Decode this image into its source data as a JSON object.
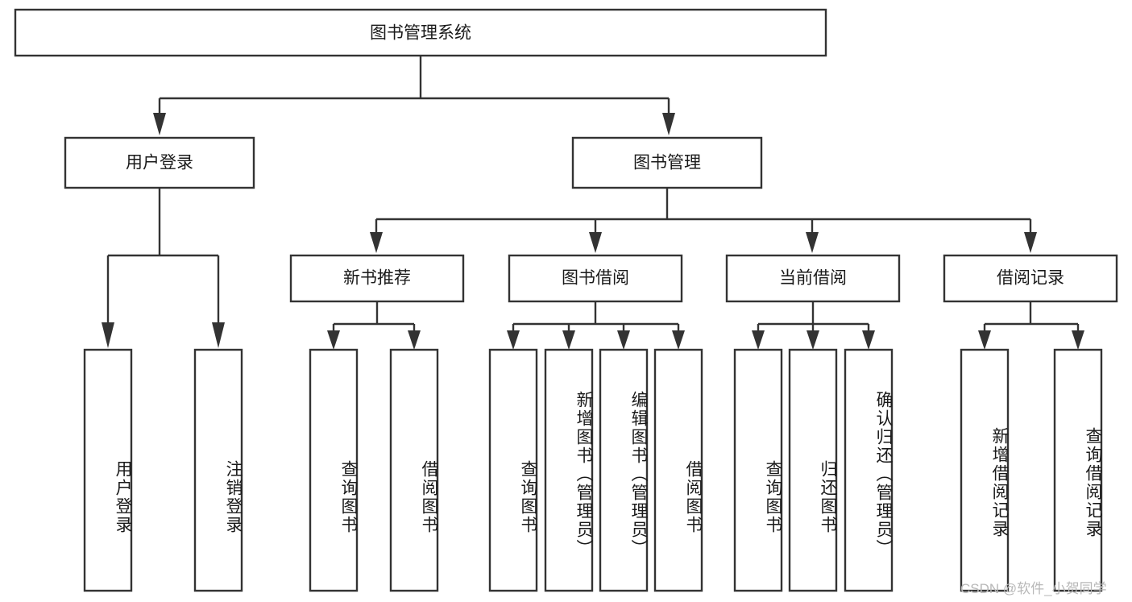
{
  "diagram": {
    "type": "tree-hierarchy",
    "title": "图书管理系统",
    "root": {
      "label": "图书管理系统"
    },
    "level2": [
      {
        "label": "用户登录"
      },
      {
        "label": "图书管理"
      }
    ],
    "level3": [
      {
        "label": "新书推荐"
      },
      {
        "label": "图书借阅"
      },
      {
        "label": "当前借阅"
      },
      {
        "label": "借阅记录"
      }
    ],
    "leaves_user_login": [
      {
        "label": "用户登录"
      },
      {
        "label": "注销登录"
      }
    ],
    "leaves_new_book": [
      {
        "label": "查询图书"
      },
      {
        "label": "借阅图书"
      }
    ],
    "leaves_borrow": [
      {
        "label": "查询图书"
      },
      {
        "label": "新增图书（管理员）"
      },
      {
        "label": "编辑图书（管理员）"
      },
      {
        "label": "借阅图书"
      }
    ],
    "leaves_current": [
      {
        "label": "查询图书"
      },
      {
        "label": "归还图书"
      },
      {
        "label": "确认归还（管理员）"
      }
    ],
    "leaves_records": [
      {
        "label": "新增借阅记录"
      },
      {
        "label": "查询借阅记录"
      }
    ]
  },
  "watermark": {
    "text": "CSDN @软件_小贺同学"
  },
  "colors": {
    "stroke": "#333333",
    "box_fill": "#ffffff",
    "text": "#1a1a1a",
    "watermark": "#b8b8b8",
    "background": "#ffffff"
  }
}
